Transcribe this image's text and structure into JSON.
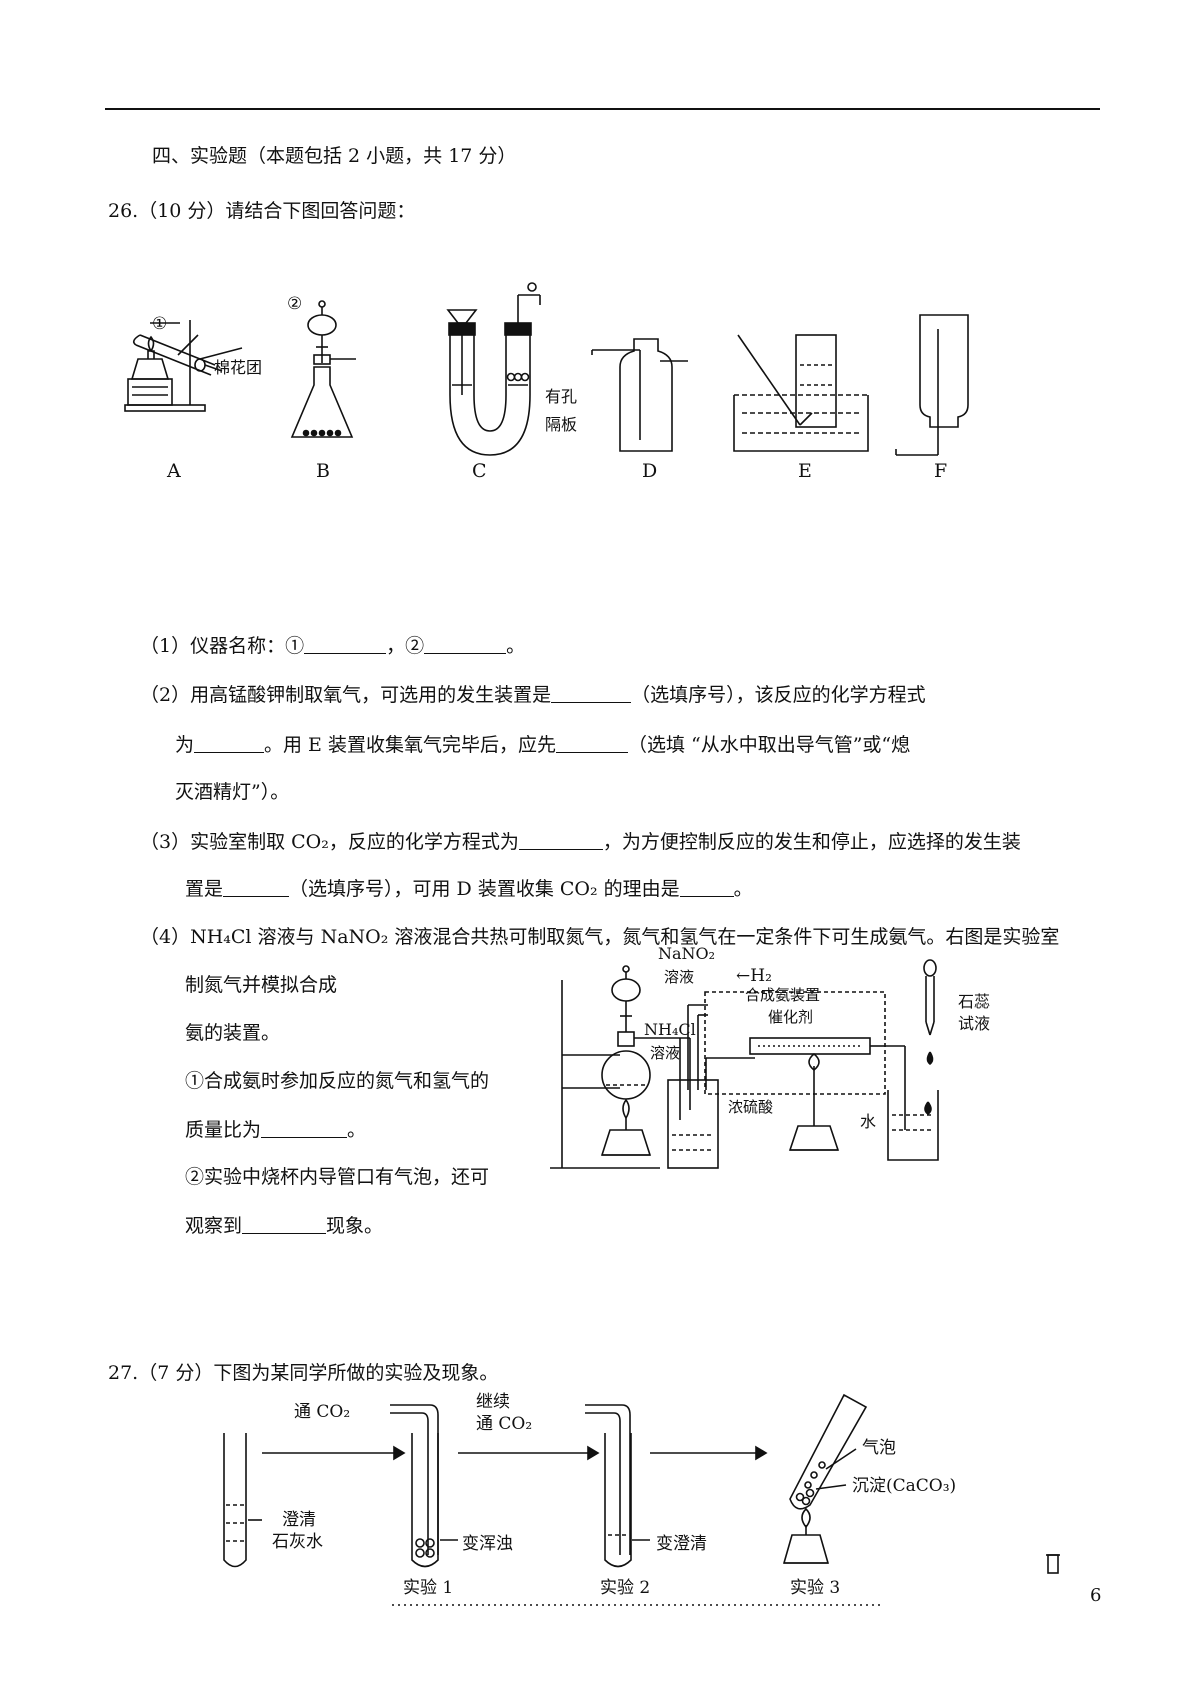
{
  "section_title": "四、实验题（本题包括 2 小题，共 17 分）",
  "q26": {
    "stem": "26.（10 分）请结合下图回答问题：",
    "figure_labels": {
      "marker1": "①",
      "marker2": "②",
      "cotton": "棉花团",
      "porous_plate_1": "有孔",
      "porous_plate_2": "隔板",
      "A": "A",
      "B": "B",
      "C": "C",
      "D": "D",
      "E": "E",
      "F": "F"
    },
    "p1_a": "（1）仪器名称：①",
    "p1_b": "，②",
    "p1_c": "。",
    "p2_a": "（2）用高锰酸钾制取氧气，可选用的发生装置是",
    "p2_b": "（选填序号），该反应的化学方程式",
    "p2_c": "为",
    "p2_d": "。用 E 装置收集氧气完毕后，应先",
    "p2_e": "（选填 “从水中取出导气管”或“熄",
    "p2_f": "灭酒精灯”）。",
    "p3_a": "（3）实验室制取 CO₂，反应的化学方程式为",
    "p3_b": "，为方便控制反应的发生和停止，应选择的发生装",
    "p3_c": "置是",
    "p3_d": "（选填序号），可用 D 装置收集 CO₂ 的理由是",
    "p3_e": "。",
    "p4_a": "（4）NH₄Cl 溶液与 NaNO₂ 溶液混合共热可制取氮气，氮气和氢气在一定条件下可生成氨气。右图是实验室",
    "p4_b": "制氮气并模拟合成",
    "p4_c": "氨的装置。",
    "p4_d": "①合成氨时参加反应的氮气和氢气的",
    "p4_e": "质量比为",
    "p4_f": "。",
    "p4_g": "②实验中烧杯内导管口有气泡，还可",
    "p4_h": "观察到",
    "p4_i": "现象。",
    "fig2_labels": {
      "nano2": "NaNO₂",
      "sol1": "溶液",
      "nh4cl": "NH₄Cl",
      "sol2": "溶液",
      "h2": "←H₂",
      "synth": "合成氨装置",
      "catalyst": "催化剂",
      "acid": "浓硫酸",
      "water": "水",
      "litmus1": "石蕊",
      "litmus2": "试液"
    }
  },
  "q27": {
    "stem": "27.（7 分）下图为某同学所做的实验及现象。",
    "fig_labels": {
      "limewater1": "澄清",
      "limewater2": "石灰水",
      "pass_co2": "通 CO₂",
      "cont1": "继续",
      "cont2": "通 CO₂",
      "turbid": "变浑浊",
      "clear": "变澄清",
      "bubble": "气泡",
      "precip": "沉淀(CaCO₃)",
      "exp1": "实验 1",
      "exp2": "实验 2",
      "exp3": "实验 3"
    }
  },
  "page_number": "6"
}
